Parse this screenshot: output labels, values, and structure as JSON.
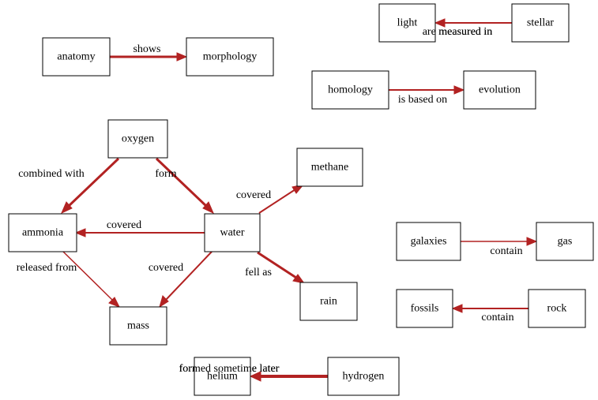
{
  "diagram": {
    "edge_color": "#b22222",
    "nodes": [
      {
        "id": "anatomy",
        "label": "anatomy"
      },
      {
        "id": "morphology",
        "label": "morphology"
      },
      {
        "id": "light",
        "label": "light"
      },
      {
        "id": "stellar",
        "label": "stellar"
      },
      {
        "id": "homology",
        "label": "homology"
      },
      {
        "id": "evolution",
        "label": "evolution"
      },
      {
        "id": "oxygen",
        "label": "oxygen"
      },
      {
        "id": "methane",
        "label": "methane"
      },
      {
        "id": "ammonia",
        "label": "ammonia"
      },
      {
        "id": "water",
        "label": "water"
      },
      {
        "id": "galaxies",
        "label": "galaxies"
      },
      {
        "id": "gas",
        "label": "gas"
      },
      {
        "id": "rain",
        "label": "rain"
      },
      {
        "id": "fossils",
        "label": "fossils"
      },
      {
        "id": "rock",
        "label": "rock"
      },
      {
        "id": "mass",
        "label": "mass"
      },
      {
        "id": "helium",
        "label": "helium"
      },
      {
        "id": "hydrogen",
        "label": "hydrogen"
      }
    ],
    "edges": [
      {
        "from": "anatomy",
        "to": "morphology",
        "label": "shows"
      },
      {
        "from": "stellar",
        "to": "light",
        "label": "are measured in"
      },
      {
        "from": "homology",
        "to": "evolution",
        "label": "is based on"
      },
      {
        "from": "oxygen",
        "to": "ammonia",
        "label": "combined with"
      },
      {
        "from": "oxygen",
        "to": "water",
        "label": "form"
      },
      {
        "from": "water",
        "to": "methane",
        "label": "covered"
      },
      {
        "from": "water",
        "to": "ammonia",
        "label": "covered"
      },
      {
        "from": "water",
        "to": "mass",
        "label": "covered"
      },
      {
        "from": "water",
        "to": "rain",
        "label": "fell as"
      },
      {
        "from": "ammonia",
        "to": "mass",
        "label": "released from"
      },
      {
        "from": "galaxies",
        "to": "gas",
        "label": "contain"
      },
      {
        "from": "rock",
        "to": "fossils",
        "label": "contain"
      },
      {
        "from": "hydrogen",
        "to": "helium",
        "label": "formed sometime later"
      }
    ]
  }
}
